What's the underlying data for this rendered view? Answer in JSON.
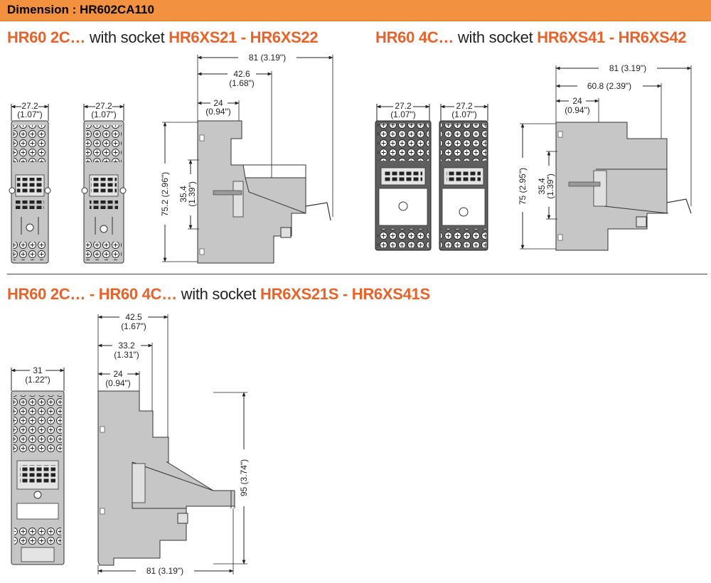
{
  "header": {
    "title": "Dimension : HR602CA110"
  },
  "sections": [
    {
      "id": "s1",
      "prefix": "HR60 2C…",
      "middle": " with socket ",
      "suffix": "HR6XS21 - HR6XS22"
    },
    {
      "id": "s2",
      "prefix": "HR60 4C…",
      "middle": " with socket ",
      "suffix": "HR6XS41 - HR6XS42"
    },
    {
      "id": "s3",
      "prefix": "HR60 2C… - HR60 4C…",
      "middle": " with socket ",
      "suffix": "HR6XS21S - HR6XS41S"
    }
  ],
  "dimensions": {
    "s1": {
      "front_width": "27.2",
      "front_width_in": "(1.07\")",
      "overall_depth": "81 (3.19\")",
      "depth_2": "42.6",
      "depth_2_in": "(1.68\")",
      "depth_3": "24",
      "depth_3_in": "(0.94\")",
      "height": "75.2 (2.96\")",
      "rail_height": "35.4",
      "rail_height_in": "(1.39\")"
    },
    "s2": {
      "front_width": "27.2",
      "front_width_in": "(1.07\")",
      "overall_depth": "81 (3.19\")",
      "depth_2": "60.8 (2.39\")",
      "depth_3": "24",
      "depth_3_in": "(0.94\")",
      "height": "75 (2.95\")",
      "rail_height": "35.4",
      "rail_height_in": "(1.39\")"
    },
    "s3": {
      "front_width": "31",
      "front_width_in": "(1.22\")",
      "depth_1": "42.5",
      "depth_1_in": "(1.67\")",
      "depth_2": "33.2",
      "depth_2_in": "(1.31\")",
      "depth_3": "24",
      "depth_3_in": "(0.94\")",
      "height": "95 (3.74\")",
      "overall_depth": "81 (3.19\")"
    }
  },
  "colors": {
    "header_bg": "#f2913f",
    "title_orange": "#e8622a",
    "body_gray": "#c6c6c6",
    "dark_body": "#5f5f5f"
  }
}
